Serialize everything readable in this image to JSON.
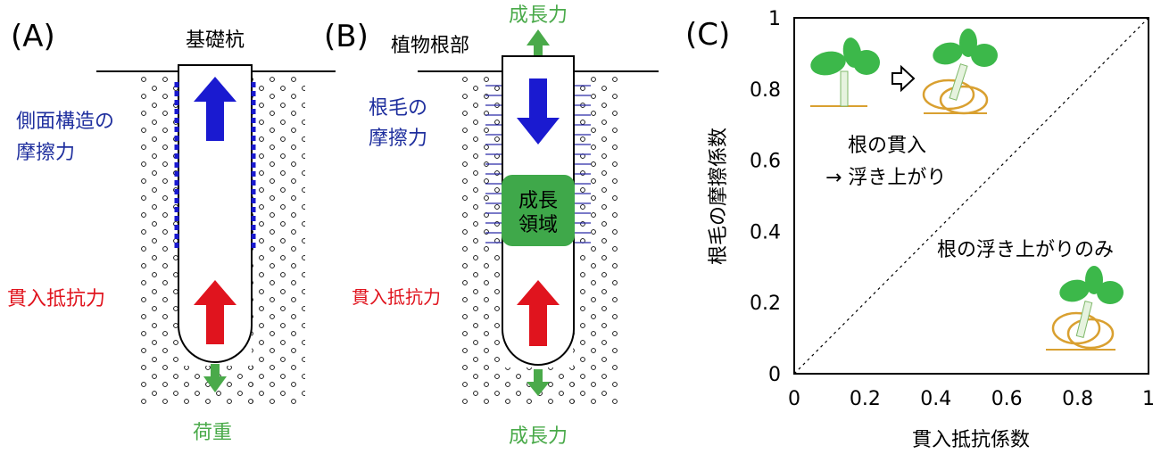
{
  "panel_a": {
    "label": "(A)",
    "pile_title": "基礎杭",
    "side_friction": [
      "側面構造の",
      "摩擦力"
    ],
    "penetration": "貫入抵抗力",
    "load": "荷重"
  },
  "panel_b": {
    "label": "(B)",
    "root_title": "植物根部",
    "growth_force_top": "成長力",
    "root_hair_friction": [
      "根毛の",
      "摩擦力"
    ],
    "growth_zone": [
      "成長",
      "領域"
    ],
    "penetration": "貫入抵抗力",
    "growth_force_bottom": "成長力"
  },
  "panel_c": {
    "label": "(C)",
    "region_upper": [
      "根の貫入",
      "→ 浮き上がり"
    ],
    "region_lower": "根の浮き上がりのみ"
  },
  "colors": {
    "blue_text": "#1f2f9e",
    "red": "#e0141e",
    "blue_arrow": "#1a1ad0",
    "green": "#4aaa4a",
    "growth_zone": "#3fa84a",
    "leaf": "#3cb84a",
    "ring": "#d9a030"
  },
  "chart_data": {
    "type": "line",
    "xlabel": "貫入抵抗係数",
    "ylabel": "根毛の摩擦係数",
    "xlim": [
      0,
      1
    ],
    "ylim": [
      0,
      1
    ],
    "x_ticks": [
      0,
      0.2,
      0.4,
      0.6,
      0.8,
      1
    ],
    "y_ticks": [
      0,
      0.2,
      0.4,
      0.6,
      0.8,
      1
    ],
    "x_tick_labels": [
      "0",
      "0.2",
      "0.4",
      "0.6",
      "0.8",
      "1"
    ],
    "y_tick_labels": [
      "0",
      "0.2",
      "0.4",
      "0.6",
      "0.8",
      "1"
    ],
    "grid": false,
    "series": [
      {
        "x": [
          0,
          1
        ],
        "y": [
          0,
          1
        ],
        "style": "dotted"
      }
    ]
  }
}
